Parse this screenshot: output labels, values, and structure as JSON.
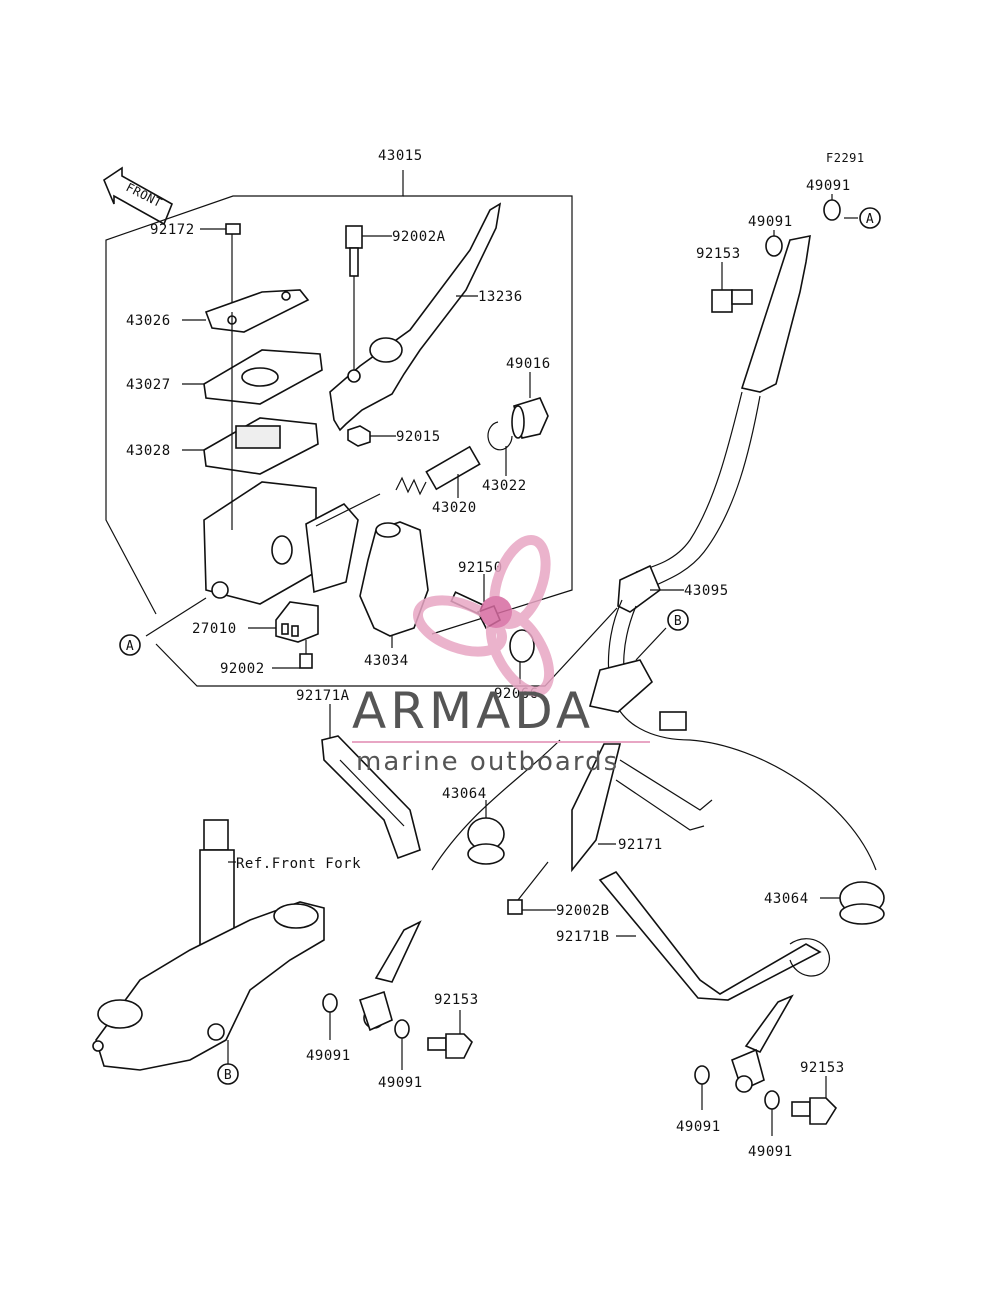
{
  "diagram": {
    "code": "F2291",
    "front_label": "FRONT",
    "ref_label": "Ref.Front Fork"
  },
  "watermark": {
    "brand": "ARMADA",
    "tagline": "marine outboards",
    "colors": {
      "text": "#555555",
      "logo": "#e8a6c4",
      "logo_dark": "#d66ba0"
    }
  },
  "parts": {
    "p43015": "43015",
    "p92002A": "92002A",
    "p13236": "13236",
    "p92172": "92172",
    "p43026": "43026",
    "p43027": "43027",
    "p43028": "43028",
    "p49016": "49016",
    "p92015": "92015",
    "p43022": "43022",
    "p43020": "43020",
    "p92150": "92150",
    "p27010": "27010",
    "p92002": "92002",
    "p43034": "43034",
    "p92066": "92066",
    "p92171A": "92171A",
    "p43064_left": "43064",
    "p43064_right": "43064",
    "p92171": "92171",
    "p92002B": "92002B",
    "p92171B": "92171B",
    "p43095": "43095",
    "p92153_top": "92153",
    "p49091_top1": "49091",
    "p49091_top2": "49091",
    "p49091_left1": "49091",
    "p49091_left2": "49091",
    "p92153_left": "92153",
    "p49091_right1": "49091",
    "p49091_right2": "49091",
    "p92153_right": "92153"
  },
  "callouts": {
    "a_left": "A",
    "a_right": "A",
    "b_bottom": "B",
    "b_right": "B"
  }
}
